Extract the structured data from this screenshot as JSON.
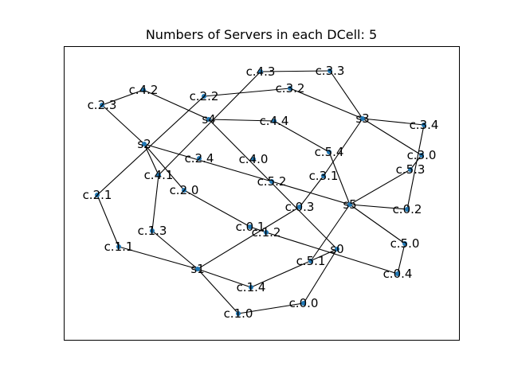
{
  "title": "Numbers of Servers in each DCell: 5",
  "colors": {
    "node": "#1f77b4",
    "edge": "#000000",
    "frame": "#000000"
  },
  "nodes": [
    "c.4.3",
    "c.3.3",
    "c.2.3",
    "c.4.2",
    "c.2.2",
    "c.3.2",
    "s4",
    "c.4.4",
    "s3",
    "c.3.4",
    "s2",
    "c.5.4",
    "c.3.0",
    "c.2.4",
    "c.4.0",
    "c.4.1",
    "c.3.1",
    "c.5.3",
    "c.5.2",
    "c.2.1",
    "c.2.0",
    "s5",
    "c.0.3",
    "c.0.2",
    "c.1.3",
    "c.0.1",
    "c.1.2",
    "c.1.1",
    "c.5.0",
    "s0",
    "c.5.1",
    "s1",
    "c.0.4",
    "c.1.4",
    "c.0.0",
    "c.1.0"
  ],
  "edges": [
    [
      "c.4.3",
      "c.3.3"
    ],
    [
      "c.3.3",
      "s3"
    ],
    [
      "c.4.3",
      "c.4.1"
    ],
    [
      "c.2.3",
      "c.4.2"
    ],
    [
      "c.4.2",
      "s4"
    ],
    [
      "c.2.3",
      "s2"
    ],
    [
      "c.2.2",
      "c.3.2"
    ],
    [
      "c.2.2",
      "c.2.1"
    ],
    [
      "c.3.2",
      "s3"
    ],
    [
      "s4",
      "c.4.4"
    ],
    [
      "c.4.4",
      "c.5.4"
    ],
    [
      "c.5.4",
      "s5"
    ],
    [
      "s4",
      "s0"
    ],
    [
      "s3",
      "c.3.4"
    ],
    [
      "c.3.4",
      "c.0.2"
    ],
    [
      "c.0.2",
      "s5"
    ],
    [
      "s3",
      "c.3.0"
    ],
    [
      "c.3.0",
      "c.5.3"
    ],
    [
      "s3",
      "c.3.1"
    ],
    [
      "s2",
      "c.4.1"
    ],
    [
      "c.4.1",
      "c.1.3"
    ],
    [
      "s2",
      "c.5.2"
    ],
    [
      "c.5.2",
      "s5"
    ],
    [
      "s2",
      "c.2.0"
    ],
    [
      "c.2.0",
      "c.0.1"
    ],
    [
      "c.0.1",
      "c.1.2"
    ],
    [
      "c.1.2",
      "c.0.4"
    ],
    [
      "c.0.4",
      "c.5.0"
    ],
    [
      "c.5.0",
      "s5"
    ],
    [
      "c.3.1",
      "c.0.3"
    ],
    [
      "c.5.3",
      "s5"
    ],
    [
      "c.0.3",
      "s1"
    ],
    [
      "s5",
      "c.5.1"
    ],
    [
      "c.2.1",
      "c.1.1"
    ],
    [
      "c.1.1",
      "s1"
    ],
    [
      "c.1.3",
      "s1"
    ],
    [
      "s1",
      "c.1.4"
    ],
    [
      "c.1.4",
      "s0"
    ],
    [
      "s0",
      "c.0.0"
    ],
    [
      "c.0.0",
      "c.1.0"
    ],
    [
      "c.1.0",
      "s1"
    ]
  ]
}
